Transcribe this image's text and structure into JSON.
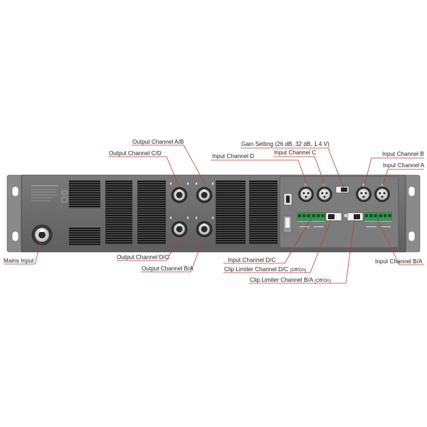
{
  "labels": {
    "output_ab": "Output Channel A/B",
    "output_cd": "Output Channel C/D",
    "input_d": "Input Channel D",
    "gain_setting": "Gain Setting  (26 dB, 32 dB,  1.4 V)",
    "input_c": "Input Channel C",
    "input_b": "Input Channel B",
    "input_a": "Input Channel A",
    "mains_input": "Mains Input",
    "output_dc": "Output Channel D/C",
    "output_ba": "Output Channel B/A",
    "input_dc": "Input Channel D/C",
    "clip_dc_main": "Clip Limiter Channel D/C ",
    "clip_dc_opt": "(Off/On)",
    "clip_ba_main": "Clip Limiter Channel B/A ",
    "clip_ba_opt": "(Off/On)",
    "input_ba": "Input Channel B/A"
  },
  "panel": {
    "connector_letters": {
      "d": "D",
      "c": "C",
      "b": "B",
      "a": "A"
    }
  },
  "colors": {
    "panel": "#6e6e6e",
    "callout": "#c0392b",
    "vent": "#111111",
    "terminal": "#2e9e4a"
  }
}
